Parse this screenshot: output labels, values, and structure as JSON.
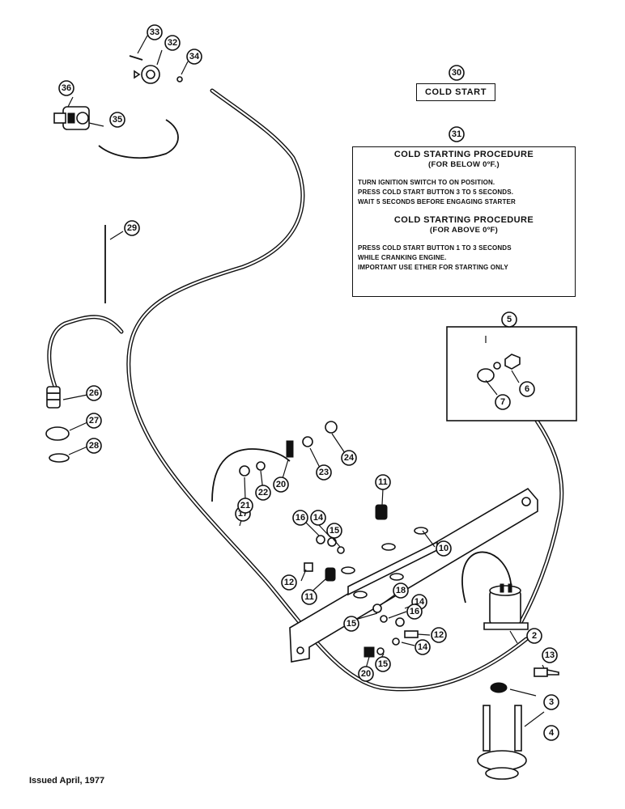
{
  "callouts": {
    "c2": "2",
    "c3": "3",
    "c4": "4",
    "c5": "5",
    "c6": "6",
    "c7": "7",
    "c10": "10",
    "c11a": "11",
    "c11b": "11",
    "c12a": "12",
    "c12b": "12",
    "c13": "13",
    "c14a": "14",
    "c14b": "14",
    "c14c": "14",
    "c15a": "15",
    "c15b": "15",
    "c15c": "15",
    "c16a": "16",
    "c16b": "16",
    "c17": "17",
    "c18": "18",
    "c20a": "20",
    "c20b": "20",
    "c21": "21",
    "c22": "22",
    "c23": "23",
    "c24": "24",
    "c26": "26",
    "c27": "27",
    "c28": "28",
    "c29": "29",
    "c30": "30",
    "c31": "31",
    "c32": "32",
    "c33": "33",
    "c34": "34",
    "c35": "35",
    "c36": "36"
  },
  "cold_start_label": "COLD START",
  "procedure": {
    "title1": "COLD STARTING PROCEDURE",
    "sub1": "(FOR BELOW 0ºF.)",
    "lines1": [
      "TURN IGNITION SWITCH TO ON POSITION.",
      "PRESS COLD START BUTTON 3 TO 5 SECONDS.",
      "WAIT 5 SECONDS BEFORE ENGAGING STARTER"
    ],
    "title2": "COLD STARTING PROCEDURE",
    "sub2": "(FOR ABOVE 0ºF)",
    "lines2": [
      "PRESS COLD START BUTTON 1 TO 3 SECONDS",
      "WHILE CRANKING ENGINE.",
      "IMPORTANT USE ETHER FOR STARTING ONLY"
    ]
  },
  "issued_note": "Issued April, 1977"
}
